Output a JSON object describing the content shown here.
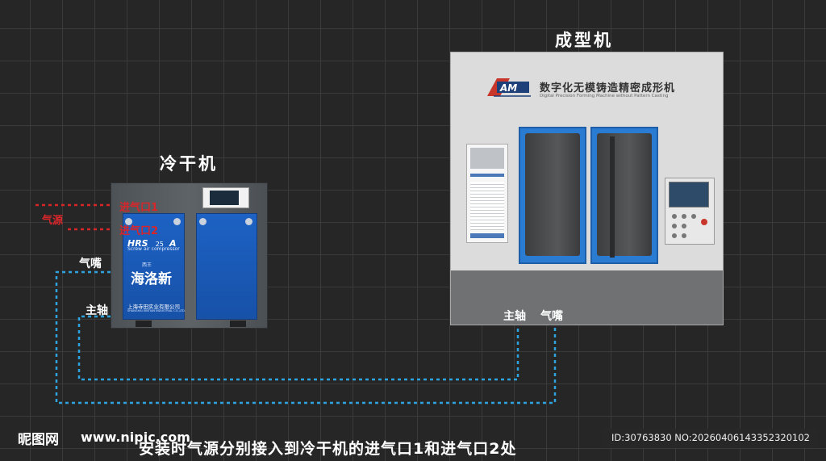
{
  "titles": {
    "dryer": "冷干机",
    "forming_machine": "成型机"
  },
  "dryer": {
    "inlet1": "进气口1",
    "inlet2": "进气口2",
    "model": "HRS",
    "model_num": "25",
    "model_suffix": "A",
    "model_sub": "Screw air compressor",
    "brand_cn": "海洛新",
    "brand_small": "西王",
    "company": "上海寺田实业有限公司",
    "company_en": "SHANGHAI XINTIAN INDUSTRIAL CO.,LTD."
  },
  "labels": {
    "air_source": "气源",
    "nozzle_left": "气嘴",
    "spindle_left": "主轴",
    "spindle_right": "主轴",
    "nozzle_right": "气嘴"
  },
  "machine": {
    "logo": "CAM",
    "name_cn": "数字化无模铸造精密成形机",
    "name_en": "Digital Precision Forming Machine without Pattern Casting"
  },
  "caption": "安装时气源分别接入到冷干机的进气口1和进气口2处",
  "watermark": {
    "site_cn": "昵图网",
    "site_url": "www.nipic.com",
    "id_text": "ID:30763830 NO:20260406143352320102"
  },
  "colors": {
    "air_line": "#d8262a",
    "pipe_line": "#2fa3e0",
    "panel_blue": "#1d62c4"
  }
}
